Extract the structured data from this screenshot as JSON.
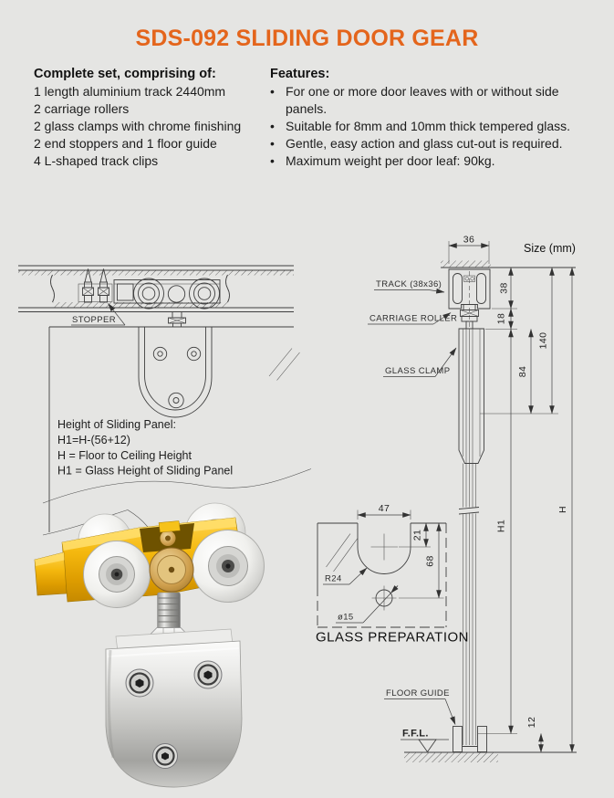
{
  "page": {
    "title": "SDS-092 SLIDING DOOR GEAR"
  },
  "complete_set": {
    "heading": "Complete set, comprising of:",
    "items": [
      "1 length aluminium track 2440mm",
      "2 carriage rollers",
      "2 glass clamps with chrome finishing",
      "2 end stoppers and 1 floor guide",
      "4 L-shaped track clips"
    ]
  },
  "features": {
    "heading": "Features:",
    "bullet": "•",
    "items": [
      "For one or more door leaves with or without side panels.",
      "Suitable for 8mm and 10mm thick tempered glass.",
      "Gentle, easy action and glass cut-out is required.",
      "Maximum weight per door leaf: 90kg."
    ]
  },
  "left_drawing": {
    "stopper_label": "STOPPER",
    "notes": [
      "Height of Sliding Panel:",
      "H1=H-(56+12)",
      "H = Floor to Ceiling Height",
      "H1 = Glass Height of Sliding Panel"
    ]
  },
  "elevation": {
    "size_label": "Size (mm)",
    "labels": {
      "track": "TRACK (38x36)",
      "carriage_roller": "CARRIAGE ROLLER",
      "glass_clamp": "GLASS CLAMP",
      "floor_guide": "FLOOR GUIDE",
      "ffl": "F.F.L."
    },
    "dims": {
      "track_width": "36",
      "track_height": "38",
      "roller_drop": "18",
      "clamp_height": "84",
      "head_assembly": "140",
      "glass_height": "H1",
      "total_height": "H",
      "floor_gap": "12"
    }
  },
  "glass_preparation": {
    "title": "GLASS PREPARATION",
    "dims": {
      "cutout_width": "47",
      "center_drop": "21",
      "hole_drop": "68",
      "radius": "R24",
      "hole_diameter": "ø15"
    }
  }
}
